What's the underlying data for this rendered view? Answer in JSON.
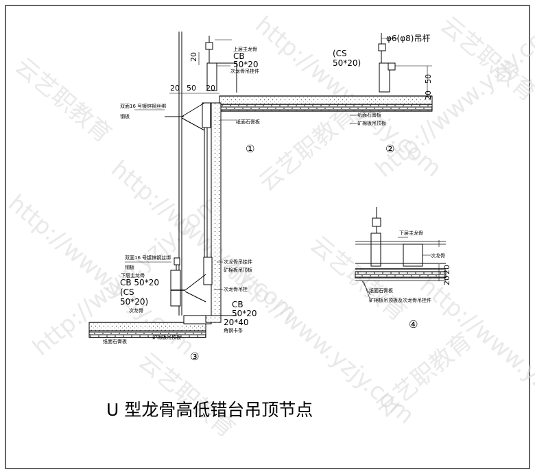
{
  "title": "U 型龙骨高低错台吊顶节点",
  "watermark": {
    "url": "http://www.yzjy.com",
    "brand": "云艺职教育"
  },
  "detail_numbers": [
    "①",
    "②",
    "③",
    "④"
  ],
  "detail1": {
    "dims": [
      "20",
      "20",
      "50",
      "20"
    ],
    "labels": {
      "main_keel": "上层主龙骨",
      "cb": "CB",
      "cb_size": "50*20",
      "sub_keel": "次龙骨吊挂件",
      "bolt": "双面16 号镀锌钢丝绑",
      "bolt2": "钢板",
      "board": "纸面石膏板"
    }
  },
  "detail2": {
    "rod": "φ6(φ8)吊杆",
    "cs": "(CS",
    "cs_size": "50*20)",
    "dims": [
      "50",
      "20"
    ],
    "labels": {
      "board": "纸面石膏板",
      "frame": "矿棉板吊顶板"
    }
  },
  "detail3": {
    "labels": {
      "bolt": "双面16 号镀锌钢丝绑",
      "bolt2": "钢板",
      "main_keel": "下层主龙骨",
      "cb": "CB 50*20",
      "cs": "(CS",
      "cs_size": "50*20)",
      "sub": "次龙骨",
      "sub_keel_hanger": "次龙骨吊挂件",
      "sub_keel_hanger2": "矿棉板吊顶板",
      "sub_keel_hanger3": "次龙骨吊挂",
      "cb2": "CB",
      "cb2_size": "50*20",
      "dim": "20*40",
      "angle": "角钢卡条",
      "board": "纸面石膏板",
      "frame": "矿棉板吊顶板"
    }
  },
  "detail4": {
    "labels": {
      "main_keel": "下层主龙骨",
      "sub": "次龙骨",
      "board": "纸面石膏板",
      "frame": "矿棉板吊顶板及次龙骨吊挂件"
    },
    "dims": [
      "20",
      "20"
    ]
  }
}
